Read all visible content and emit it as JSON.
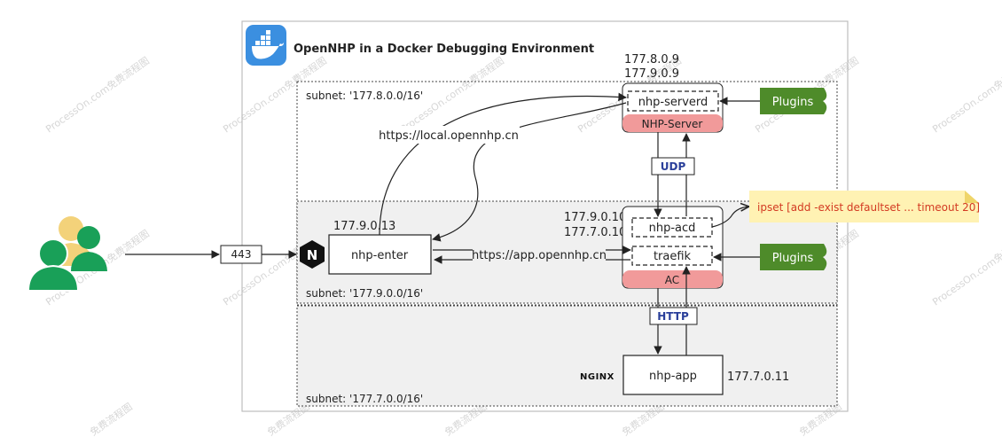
{
  "title": "OpenNHP in a Docker Debugging Environment",
  "watermark": "ProcessOn.com免费流程图",
  "watermark_short": "免费流程图",
  "subnets": {
    "server": "subnet: '177.8.0.0/16'",
    "enter": "subnet: '177.9.0.0/16'",
    "app": "subnet: '177.7.0.0/16'"
  },
  "server": {
    "ip1": "177.8.0.9",
    "ip2": "177.9.0.9",
    "inner": "nhp-serverd",
    "group": "NHP-Server"
  },
  "ac": {
    "ip1": "177.9.0.10",
    "ip2": "177.7.0.10",
    "acd": "nhp-acd",
    "traefik": "traefik",
    "group": "AC"
  },
  "enter": {
    "ip": "177.9.0.13",
    "label": "nhp-enter",
    "logo": "N"
  },
  "app": {
    "ip": "177.7.0.11",
    "label": "nhp-app",
    "logo": "NGINX"
  },
  "plugins": "Plugins",
  "port": "443",
  "links": {
    "local": "https://local.opennhp.cn",
    "app": "https://app.opennhp.cn",
    "udp": "UDP",
    "http": "HTTP"
  },
  "note": "ipset [add -exist defaultset ... timeout 20]",
  "colors": {
    "plugins": "#4e8b2a",
    "group": "#f19a9a",
    "note": "#fff2b3",
    "docker": "#3b8fe0",
    "users": "#19a058",
    "users_back": "#f3d27a"
  }
}
